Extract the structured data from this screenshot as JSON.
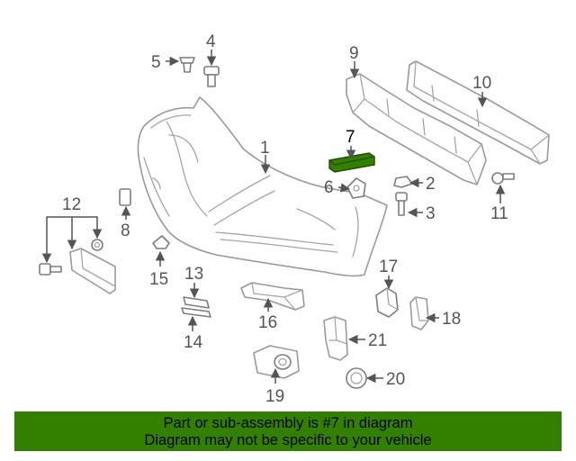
{
  "diagram": {
    "highlighted_part": "7",
    "highlight_color": "#338000",
    "callouts": [
      "1",
      "2",
      "3",
      "4",
      "5",
      "6",
      "7",
      "8",
      "9",
      "10",
      "11",
      "12",
      "13",
      "14",
      "15",
      "16",
      "17",
      "18",
      "19",
      "20",
      "21"
    ]
  },
  "footer": {
    "line1": "Part or sub-assembly is #7 in diagram",
    "line2": "Diagram may not be specific to your vehicle",
    "background": "#338000"
  }
}
